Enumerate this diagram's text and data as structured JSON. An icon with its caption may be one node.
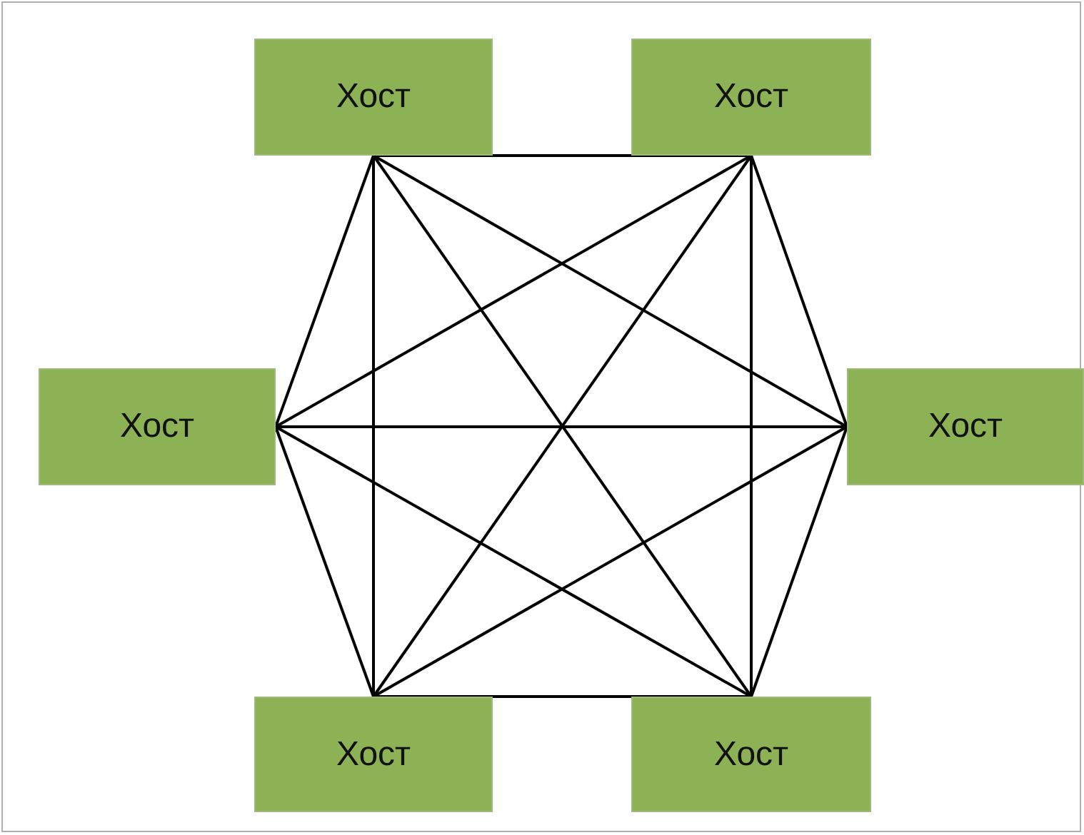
{
  "diagram": {
    "nodes": [
      {
        "text": [
          "Хост"
        ]
      },
      {
        "text": [
          "Хост"
        ]
      },
      {
        "text": [
          "Хост"
        ]
      },
      {
        "text": [
          "Хост"
        ]
      },
      {
        "text": [
          "Хост"
        ]
      },
      {
        "text": [
          "Хост"
        ]
      }
    ],
    "edges": [
      {
        "from": 0,
        "to": 1,
        "arrow": "none"
      },
      {
        "from": 0,
        "to": 2,
        "arrow": "none"
      },
      {
        "from": 0,
        "to": 3,
        "arrow": "none"
      },
      {
        "from": 0,
        "to": 4,
        "arrow": "none"
      },
      {
        "from": 0,
        "to": 5,
        "arrow": "none"
      },
      {
        "from": 1,
        "to": 2,
        "arrow": "none"
      },
      {
        "from": 1,
        "to": 3,
        "arrow": "none"
      },
      {
        "from": 1,
        "to": 4,
        "arrow": "none"
      },
      {
        "from": 1,
        "to": 5,
        "arrow": "none"
      },
      {
        "from": 2,
        "to": 3,
        "arrow": "none"
      },
      {
        "from": 2,
        "to": 4,
        "arrow": "none"
      },
      {
        "from": 2,
        "to": 5,
        "arrow": "none"
      },
      {
        "from": 3,
        "to": 4,
        "arrow": "none"
      },
      {
        "from": 3,
        "to": 5,
        "arrow": "none"
      },
      {
        "from": 4,
        "to": 5,
        "arrow": "none"
      }
    ]
  }
}
